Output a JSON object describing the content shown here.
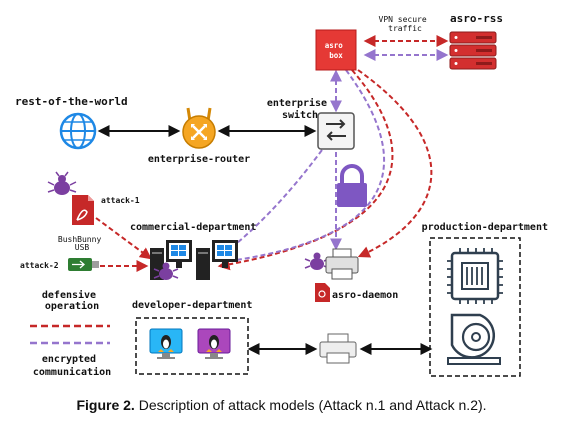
{
  "nodes": {
    "asro_box": "asro\nbox",
    "asro_rss": "asro-rss",
    "vpn_label": "VPN secure\ntraffic",
    "rest_of_world": "rest-of-the-world",
    "enterprise_router": "enterprise-router",
    "enterprise_switch": "enterprise\nswitch",
    "attack_1": "attack-1",
    "attack_2": "attack-2",
    "bushbunny": "BushBunny\nUSB",
    "commercial_department": "commercial-department",
    "production_department": "production-department",
    "asro_daemon": "asro-daemon",
    "developer_department": "developer-department"
  },
  "legend": {
    "defensive": "defensive\noperation",
    "encrypted": "encrypted\ncommunication"
  },
  "caption": {
    "label": "Figure 2.",
    "text": " Description of attack models (Attack n.1 and Attack n.2)."
  },
  "colors": {
    "defensive": "#c62828",
    "encrypted": "#9575cd",
    "asro_red": "#e53935",
    "router_orange": "#f5a623",
    "globe_blue": "#1e88e5",
    "lock_purple": "#7e57c2",
    "bug_purple": "#7b3fa0",
    "usb_green": "#2e7d32"
  }
}
